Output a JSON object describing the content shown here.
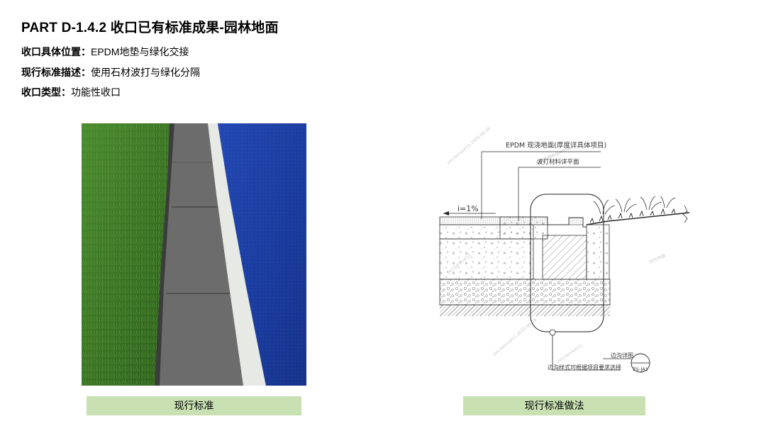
{
  "header": {
    "title": "PART D-1.4.2 收口已有标准成果-园林地面"
  },
  "info": {
    "location_label": "收口具体位置：",
    "location_value": "EPDM地垫与绿化交接",
    "standard_label": "现行标准描述：",
    "standard_value": "使用石材波打与绿化分隔",
    "type_label": "收口类型：",
    "type_value": "功能性收口"
  },
  "photo": {
    "caption": "现行标准"
  },
  "drawing": {
    "caption": "现行标准做法",
    "label_epdm": "EPDM 现浇地面(厚度详具体项目)",
    "label_border": "波打材料详平面",
    "slope": "i=1%",
    "gutter_detail": "边沟详图",
    "gutter_note": "边沟样式可根据项目要求选择",
    "detail_ref": "ZS-JA1",
    "watermarks": [
      "zsrj.lianxue11.2020.06.29",
      "时代中国AxJianmail",
      "zsrj.lianxue11",
      "时代中国"
    ]
  },
  "colors": {
    "caption_bg": "#c8e0b2",
    "grass": "#3e7a26",
    "epdm": "#1e43a8",
    "stone": "#6a6a6a",
    "white_border": "#e8ebe6"
  }
}
